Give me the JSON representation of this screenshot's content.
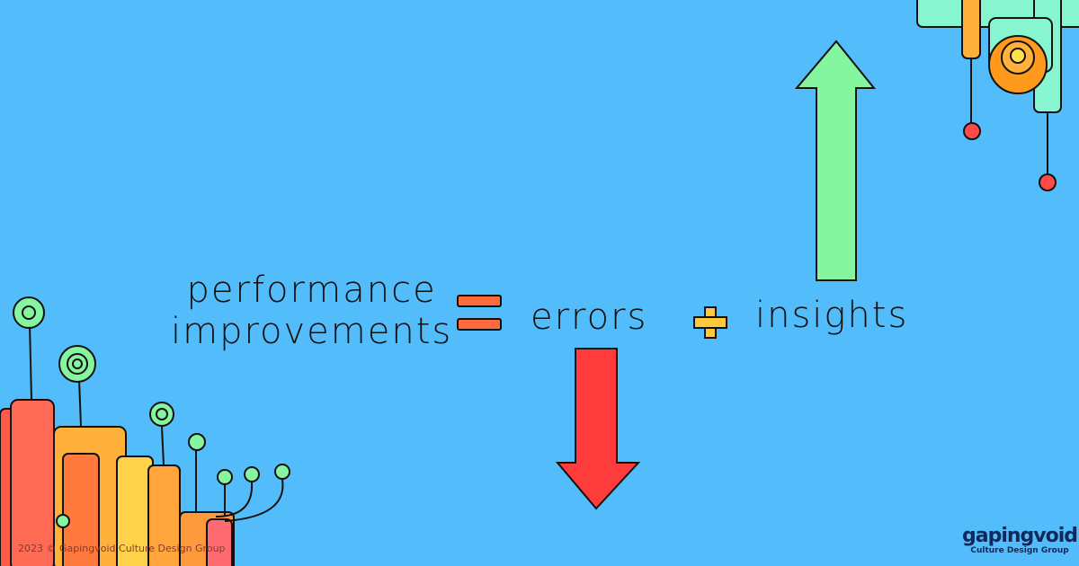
{
  "equation": {
    "left_line1": "performance",
    "left_line2": "improvements",
    "term1": "errors",
    "term2": "insights"
  },
  "footer": {
    "copyright": "2023 © Gapingvoid Culture Design Group"
  },
  "logo": {
    "brand": "gapingvoid",
    "tagline": "Culture Design Group"
  },
  "colors": {
    "background": "#53bcfb",
    "up_arrow": "#86f5a0",
    "down_arrow": "#ff3b3b",
    "operator": "#ff6a3c",
    "plus": "#ffc93c"
  }
}
